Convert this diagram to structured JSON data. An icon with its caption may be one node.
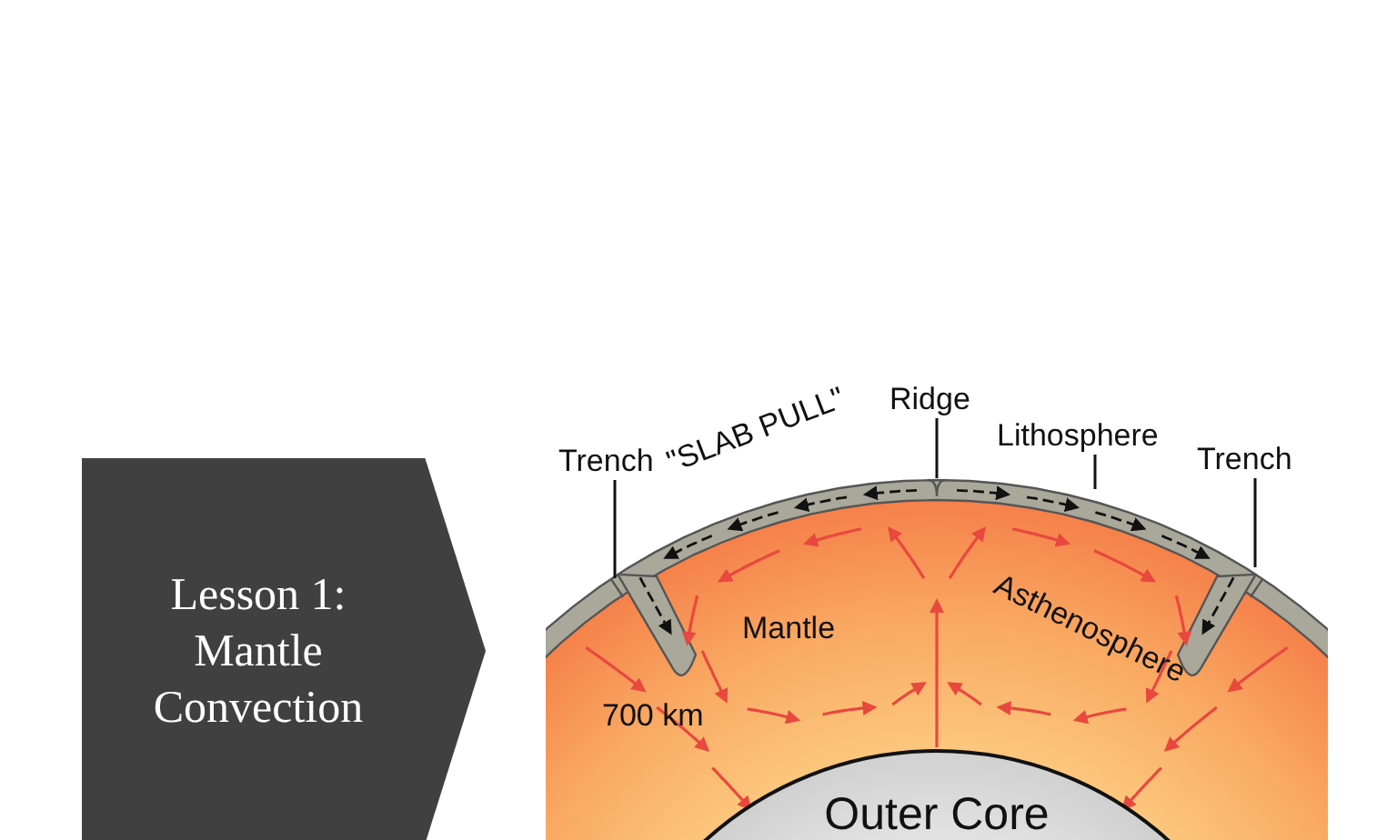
{
  "diagram": {
    "nodes": [
      {
        "text": [
          "Lesson 1: Mantle Convection"
        ]
      },
      {
        "text": [
          "Trench"
        ]
      },
      {
        "text": [
          "Ridge"
        ]
      },
      {
        "text": [
          "Lithosphere"
        ]
      },
      {
        "text": [
          "Trench"
        ]
      },
      {
        "text": [
          "Outer Core"
        ]
      }
    ],
    "edges": [
      {
        "from": 1,
        "to": null,
        "arrow": "none"
      },
      {
        "from": 2,
        "to": null,
        "arrow": "none"
      },
      {
        "from": 3,
        "to": null,
        "arrow": "none"
      },
      {
        "from": 4,
        "to": null,
        "arrow": "none"
      }
    ],
    "labels": [
      "\"SLAB PULL\"",
      "Mantle",
      "Asthenosphere",
      "700 km"
    ]
  }
}
